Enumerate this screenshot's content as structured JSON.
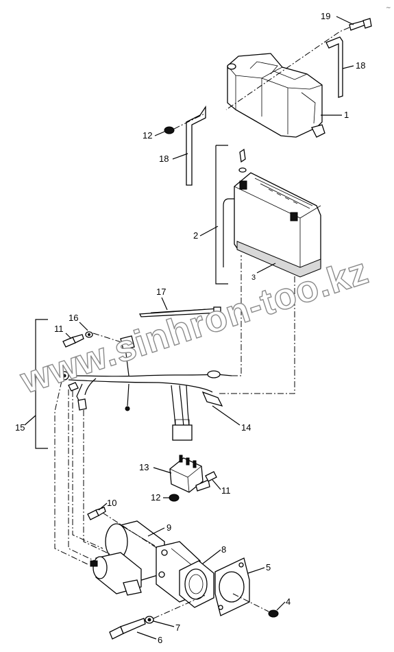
{
  "corner_mark": "~",
  "watermark": "www.sinhron-too.kz",
  "labels": {
    "p1": "1",
    "p2": "2",
    "p3": "3",
    "p4": "4",
    "p5": "5",
    "p6": "6",
    "p7": "7",
    "p8": "8",
    "p9": "9",
    "p10": "10",
    "p11a": "11",
    "p11b": "11",
    "p12a": "12",
    "p12b": "12",
    "p13": "13",
    "p14": "14",
    "p15": "15",
    "p16": "16",
    "p17": "17",
    "p18a": "18",
    "p18b": "18",
    "p19": "19"
  }
}
